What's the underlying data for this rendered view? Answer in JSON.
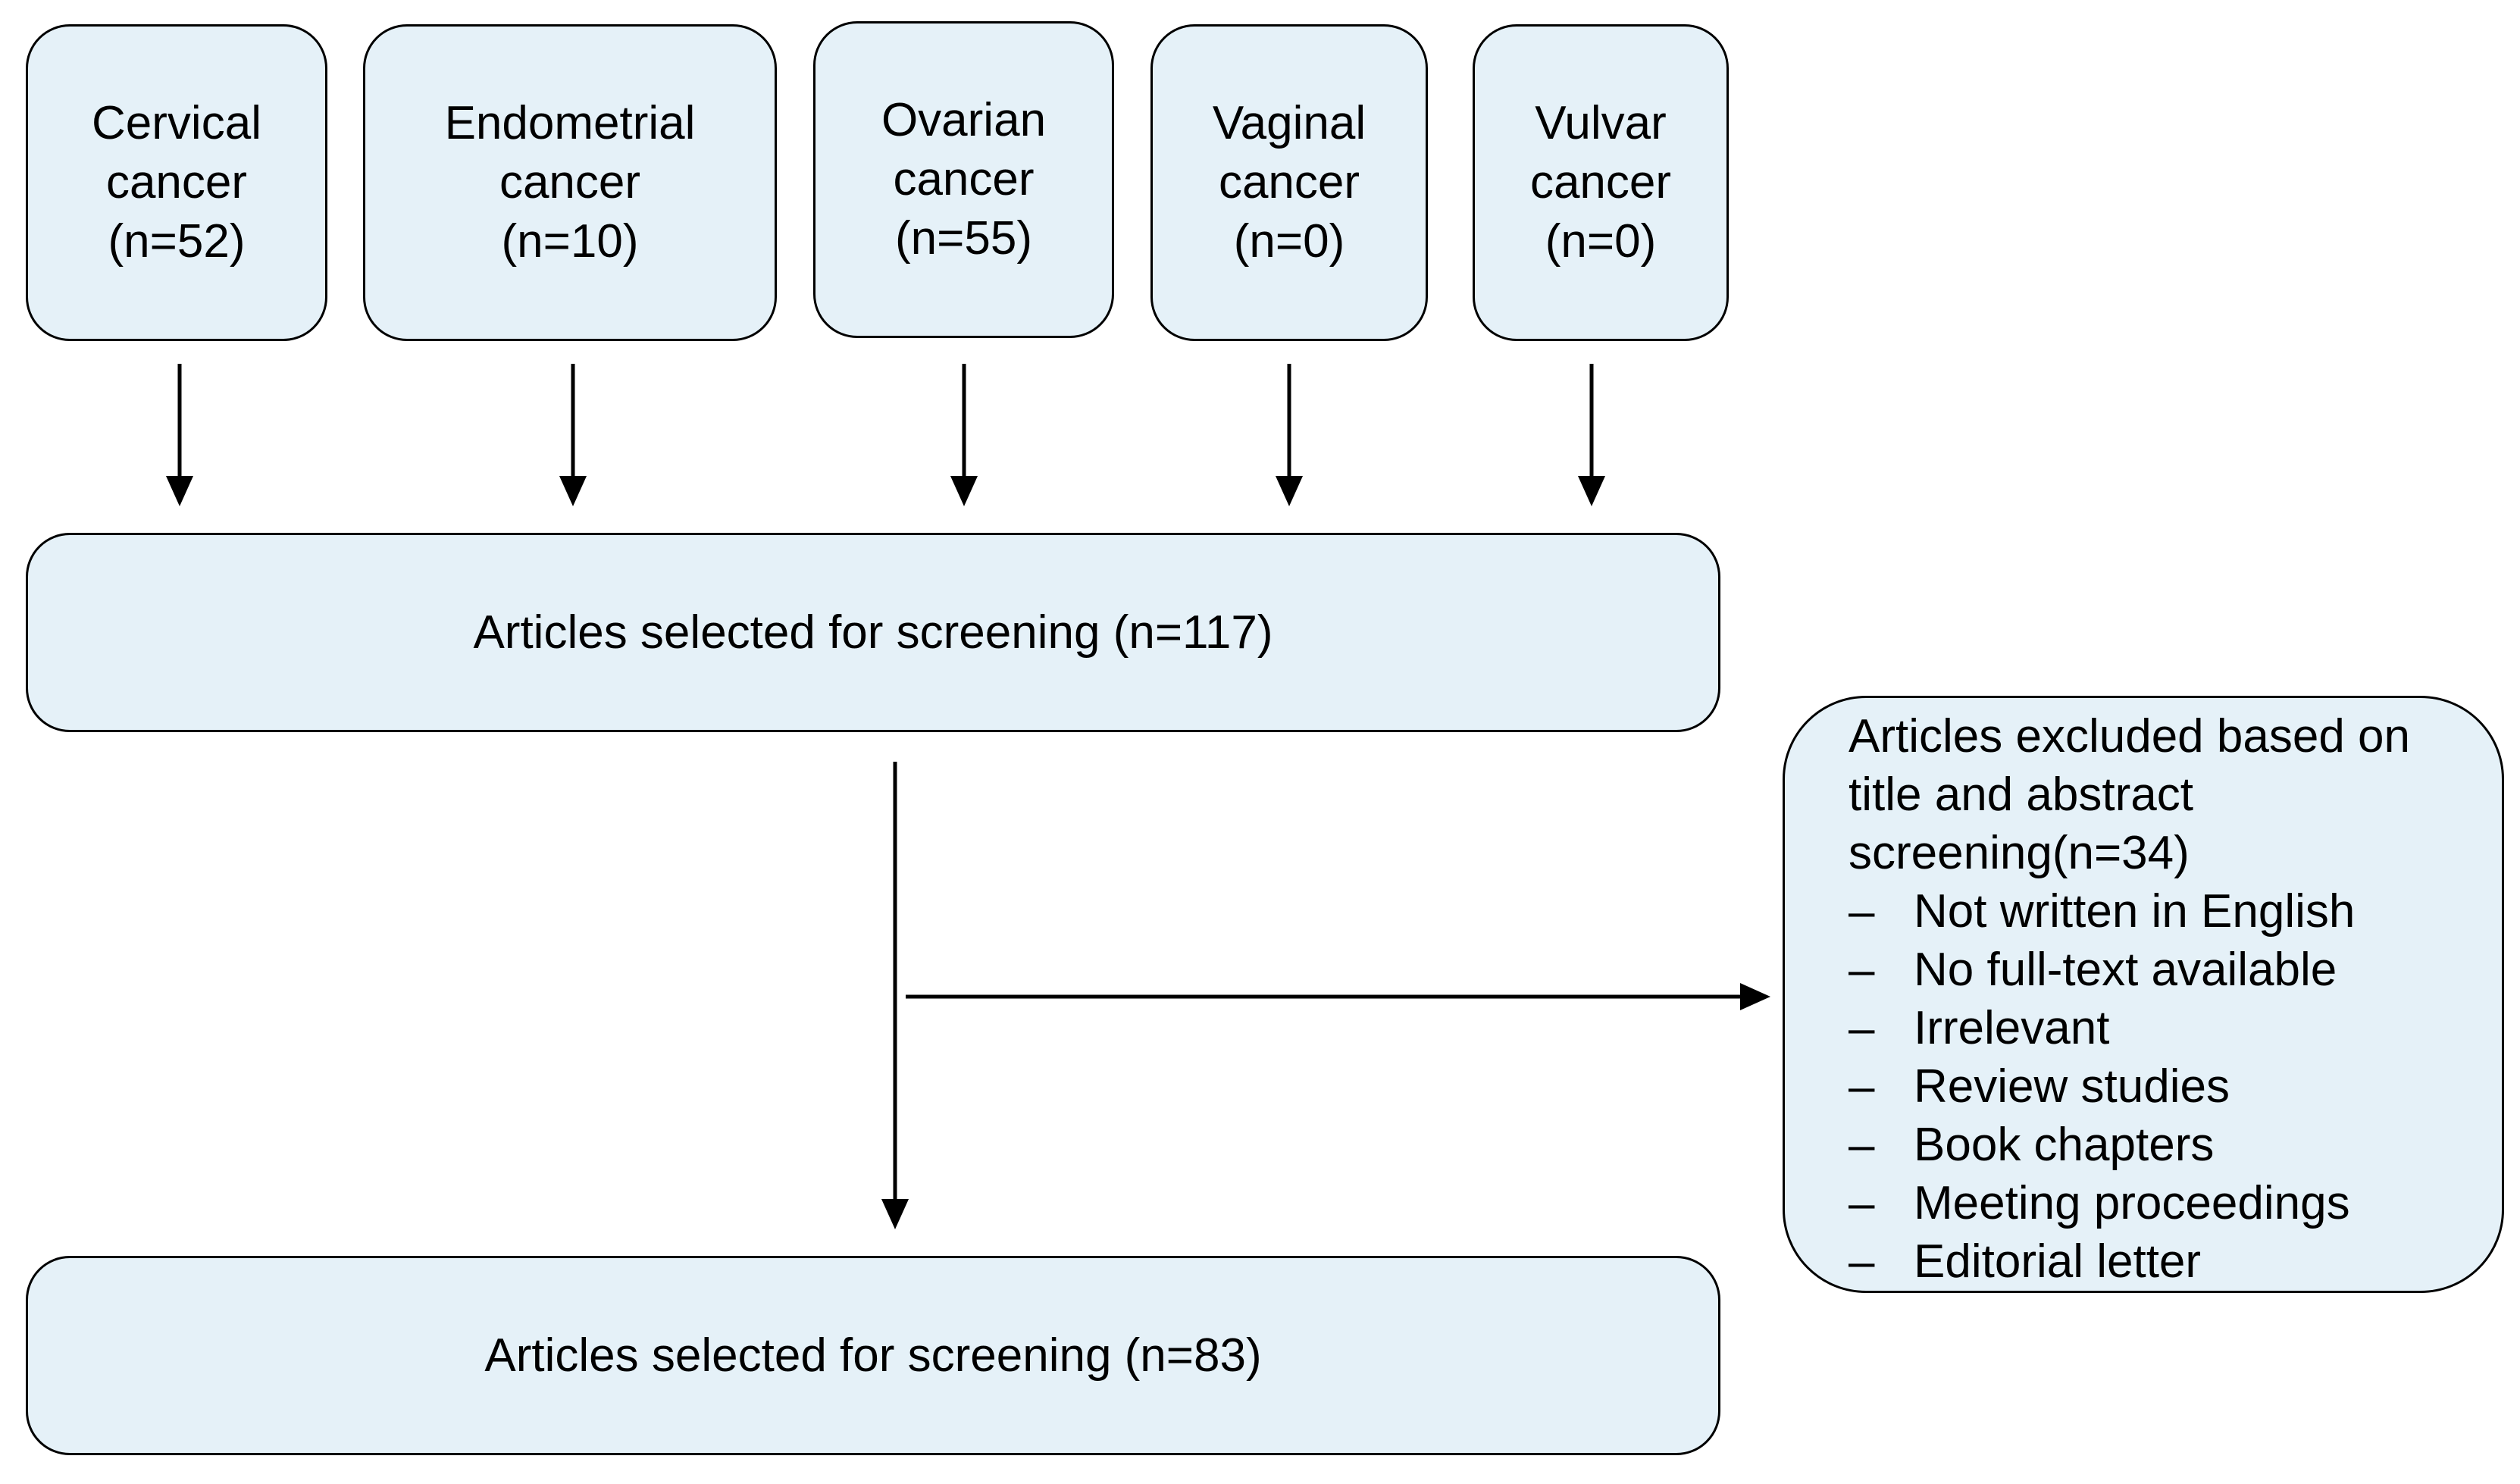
{
  "diagram": {
    "sources": [
      {
        "lines": [
          "Cervical",
          "cancer",
          "(n=52)"
        ]
      },
      {
        "lines": [
          "Endometrial",
          "cancer",
          "(n=10)"
        ]
      },
      {
        "lines": [
          "Ovarian",
          "cancer",
          "(n=55)"
        ]
      },
      {
        "lines": [
          "Vaginal",
          "cancer",
          "(n=0)"
        ]
      },
      {
        "lines": [
          "Vulvar",
          "cancer",
          "(n=0)"
        ]
      }
    ],
    "screening": {
      "label": "Articles selected for screening (n=117)"
    },
    "selected": {
      "label": "Articles selected for screening (n=83)"
    },
    "excluded": {
      "title": "Articles excluded based on title and abstract screening(n=34)",
      "bullet": "–",
      "items": [
        "Not written in English",
        "No full-text available",
        "Irrelevant",
        "Review studies",
        "Book chapters",
        "Meeting proceedings",
        "Editorial letter"
      ]
    },
    "colors": {
      "box_fill": "#e5f1f8",
      "stroke": "#000000"
    }
  }
}
